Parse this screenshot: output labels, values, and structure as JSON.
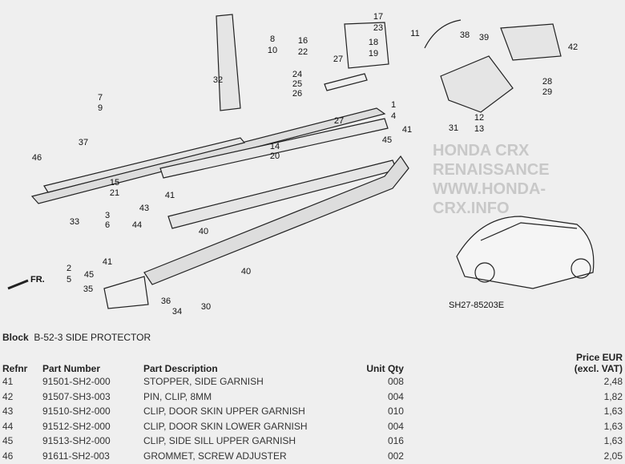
{
  "diagram": {
    "callouts": [
      "8",
      "10",
      "16",
      "22",
      "17",
      "23",
      "18",
      "19",
      "11",
      "38",
      "39",
      "42",
      "32",
      "27",
      "24",
      "25",
      "26",
      "28",
      "29",
      "7",
      "9",
      "1",
      "4",
      "27",
      "12",
      "13",
      "31",
      "41",
      "45",
      "14",
      "20",
      "37",
      "46",
      "15",
      "21",
      "41",
      "33",
      "3",
      "6",
      "43",
      "44",
      "40",
      "2",
      "5",
      "41",
      "45",
      "35",
      "40",
      "36",
      "34",
      "30"
    ],
    "direction_label": "FR.",
    "figure_code": "SH27-85203E",
    "watermark": "HONDA CRX RENAISSANCE WWW.HONDA-CRX.INFO"
  },
  "block": {
    "label": "Block",
    "name": "B-52-3 SIDE PROTECTOR"
  },
  "table": {
    "headers": {
      "refnr": "Refnr",
      "part_number": "Part Number",
      "description": "Part Description",
      "qty": "Unit Qty",
      "price_line1": "Price EUR",
      "price_line2": "(excl. VAT)"
    },
    "rows": [
      {
        "refnr": "41",
        "part_number": "91501-SH2-000",
        "description": "STOPPER, SIDE GARNISH",
        "qty": "008",
        "price": "2,48"
      },
      {
        "refnr": "42",
        "part_number": "91507-SH3-003",
        "description": "PIN, CLIP, 8MM",
        "qty": "004",
        "price": "1,82"
      },
      {
        "refnr": "43",
        "part_number": "91510-SH2-000",
        "description": "CLIP, DOOR SKIN UPPER GARNISH",
        "qty": "010",
        "price": "1,63"
      },
      {
        "refnr": "44",
        "part_number": "91512-SH2-000",
        "description": "CLIP, DOOR SKIN LOWER GARNISH",
        "qty": "004",
        "price": "1,63"
      },
      {
        "refnr": "45",
        "part_number": "91513-SH2-000",
        "description": "CLIP, SIDE SILL UPPER GARNISH",
        "qty": "016",
        "price": "1,63"
      },
      {
        "refnr": "46",
        "part_number": "91611-SH2-003",
        "description": "GROMMET, SCREW ADJUSTER",
        "qty": "002",
        "price": "2,05"
      }
    ]
  }
}
